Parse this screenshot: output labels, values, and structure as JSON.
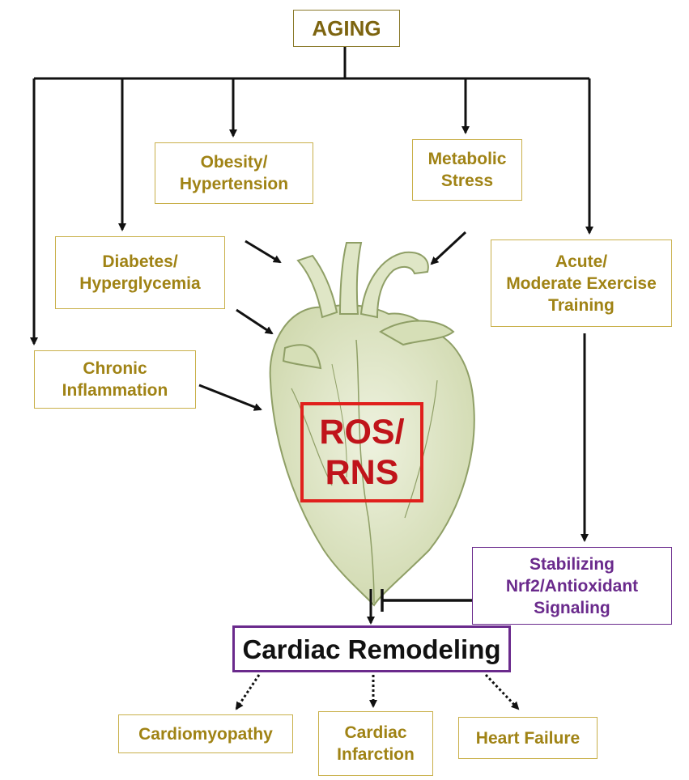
{
  "nodes": {
    "aging": {
      "lines": [
        "AGING"
      ]
    },
    "obesity": {
      "lines": [
        "Obesity/",
        "Hypertension"
      ]
    },
    "metabolic": {
      "lines": [
        "Metabolic",
        "Stress"
      ]
    },
    "diabetes": {
      "lines": [
        "Diabetes/",
        "Hyperglycemia"
      ]
    },
    "exercise": {
      "lines": [
        "Acute/",
        "Moderate Exercise",
        "Training"
      ]
    },
    "inflammation": {
      "lines": [
        "Chronic",
        "Inflammation"
      ]
    },
    "ros": {
      "lines": [
        "ROS/",
        "RNS"
      ]
    },
    "nrf2": {
      "lines": [
        "Stabilizing",
        "Nrf2/Antioxidant",
        "Signaling"
      ]
    },
    "remodeling": {
      "lines": [
        "Cardiac Remodeling"
      ]
    },
    "cardiomyopathy": {
      "lines": [
        "Cardiomyopathy"
      ]
    },
    "infarction": {
      "lines": [
        "Cardiac",
        "Infarction"
      ]
    },
    "heart_failure": {
      "lines": [
        "Heart Failure"
      ]
    }
  },
  "colors": {
    "box_text": "#a08315",
    "box_border": "#c9b04a",
    "ros": "#e0201c",
    "nrf2": "#6a2a8c",
    "heart_fill": "#dfe6c6",
    "heart_line": "#8f9f66",
    "arrow": "#111111"
  },
  "icons": {
    "center_image": "heart-illustration"
  }
}
